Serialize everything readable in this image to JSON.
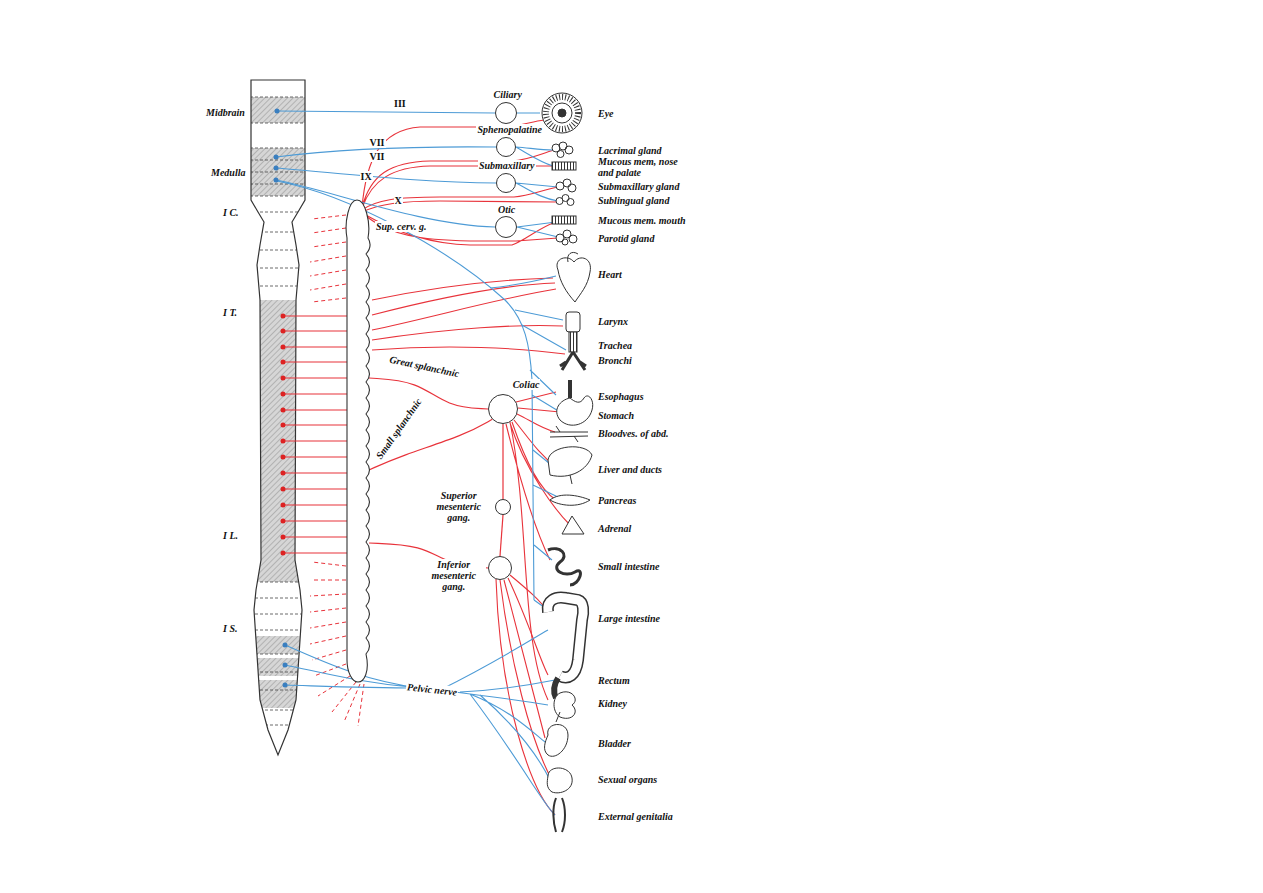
{
  "diagram": {
    "nodes": [
      {
        "text": [
          "Ciliary"
        ]
      },
      {
        "text": [
          "Sphenopalatine"
        ]
      },
      {
        "text": [
          "Submaxillary"
        ]
      },
      {
        "text": [
          "Otic"
        ]
      },
      {
        "text": [
          "Sup. cerv. g."
        ]
      },
      {
        "text": [
          "Coliac"
        ]
      },
      {
        "text": [
          "Superior mesenteric gang."
        ]
      },
      {
        "text": [
          "Inferior mesenteric gang."
        ]
      }
    ],
    "edges": [
      {
        "from": 4,
        "to": 5,
        "label": "Great splanchnic",
        "arrow": "none"
      },
      {
        "from": 4,
        "to": 5,
        "label": "Small splanchnic",
        "arrow": "none"
      },
      {
        "from": 5,
        "to": 6,
        "arrow": "none"
      },
      {
        "from": 6,
        "to": 7,
        "arrow": "none"
      },
      {
        "from": 4,
        "to": 7,
        "arrow": "none"
      }
    ],
    "labels": [
      "Midbrain",
      "Medulla",
      "I C.",
      "I T.",
      "I L.",
      "I S.",
      "III",
      "VII",
      "VII",
      "IX",
      "X",
      "Pelvic nerve",
      "Eye",
      "Lacrimal gland",
      "Mucous mem, nose and palate",
      "Submaxillary gland",
      "Sublingual gland",
      "Mucous mem. mouth",
      "Parotid gland",
      "Heart",
      "Larynx",
      "Trachea",
      "Bronchi",
      "Esophagus",
      "Stomach",
      "Bloodves. of abd.",
      "Liver and ducts",
      "Pancreas",
      "Adrenal",
      "Small intestine",
      "Large intestine",
      "Rectum",
      "Kidney",
      "Bladder",
      "Sexual organs",
      "External genitalia"
    ]
  }
}
